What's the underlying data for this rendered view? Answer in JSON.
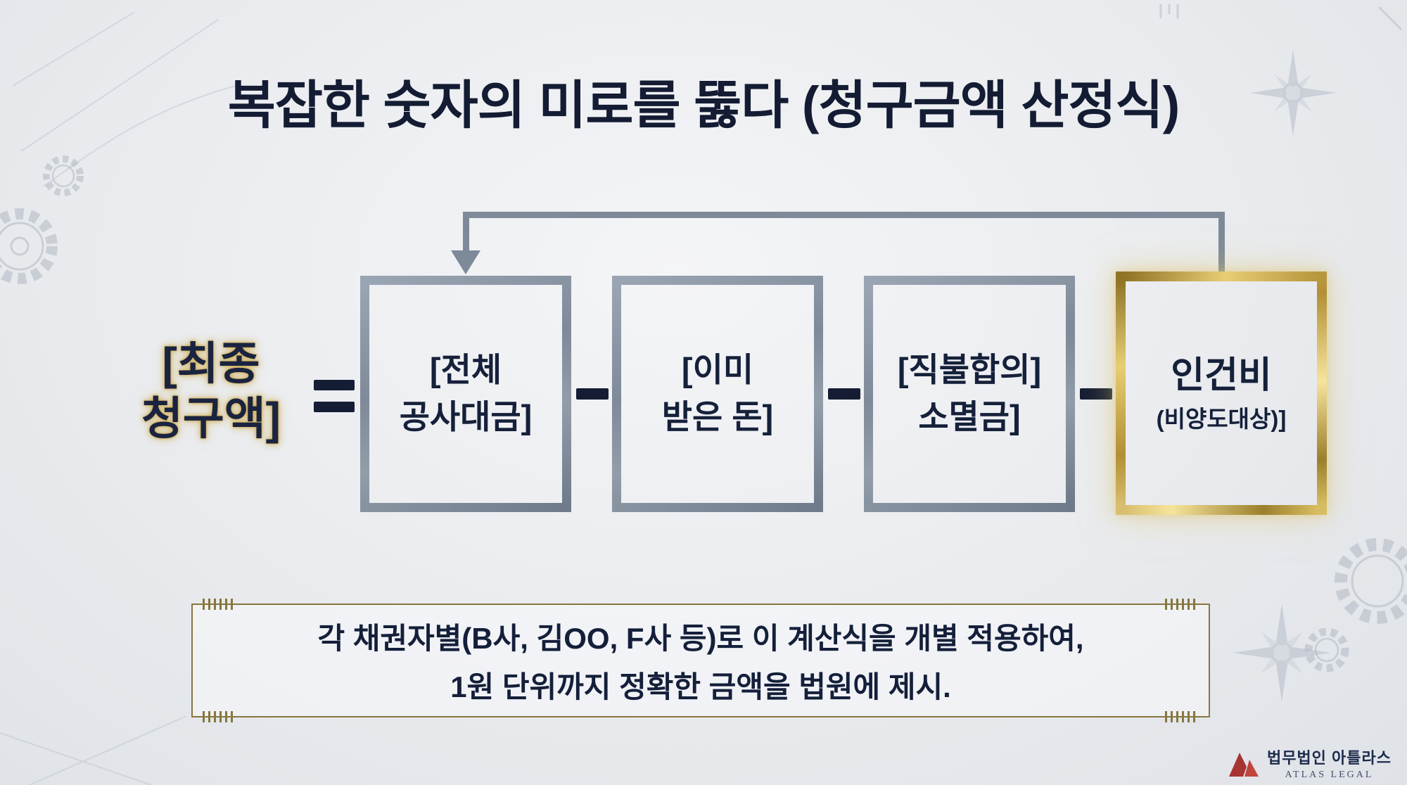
{
  "title": "복잡한 숫자의 미로를 뚫다 (청구금액 산정식)",
  "formula": {
    "result": {
      "line1": "[최종",
      "line2": "청구액]"
    },
    "equals_symbol": "=",
    "minus_symbol": "−",
    "terms": [
      {
        "line1": "[전체",
        "line2": "공사대금]"
      },
      {
        "line1": "[이미",
        "line2": "받은 돈]"
      },
      {
        "line1": "[직불합의]",
        "line2": "소멸금]"
      },
      {
        "line1": "인건비",
        "line2": "(비양도대상)]"
      }
    ]
  },
  "note": {
    "line1": "각 채권자별(B사, 김OO, F사 등)로 이 계산식을 개별 적용하여,",
    "line2": "1원 단위까지 정확한 금액을 법원에 제시."
  },
  "logo": {
    "korean": "법무법인 아틀라스",
    "english": "ATLAS LEGAL"
  },
  "colors": {
    "background": "#eaecef",
    "title_text": "#131c33",
    "gray_box_border": "#8691a1",
    "gold_box_border": "#c9a848",
    "arrow": "#7e8a99",
    "note_border": "#87763e",
    "logo_red": "#a63430"
  }
}
